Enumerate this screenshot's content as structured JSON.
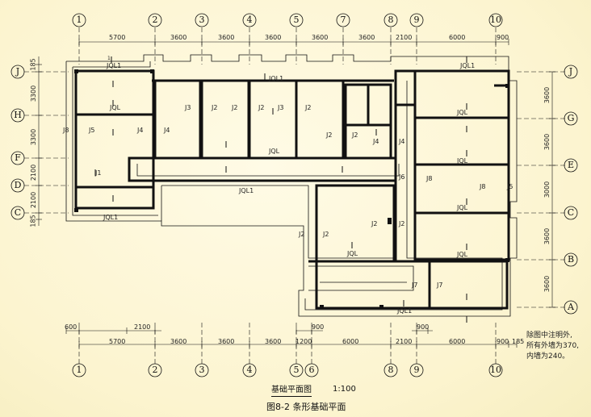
{
  "axes": {
    "columns": [
      "1",
      "2",
      "3",
      "4",
      "5",
      "7",
      "8",
      "9",
      "10"
    ],
    "bottom_columns": [
      "1",
      "2",
      "3",
      "4",
      "5",
      "6",
      "8",
      "9",
      "10"
    ],
    "rows_left": [
      "J",
      "H",
      "F",
      "D",
      "C"
    ],
    "rows_right": [
      "J",
      "G",
      "E",
      "C",
      "B",
      "A"
    ]
  },
  "dims": {
    "top": [
      "5700",
      "3600",
      "3600",
      "3600",
      "3600",
      "3600",
      "2100",
      "6000",
      "900"
    ],
    "bottom_main": [
      "5700",
      "3600",
      "3600",
      "3600",
      "1200",
      "6000",
      "2100",
      "6000",
      "900",
      "185"
    ],
    "bottom_secondary": [
      "600",
      "2100",
      "900",
      "900"
    ],
    "left": [
      "185",
      "3300",
      "3300",
      "2100",
      "2100",
      "185"
    ],
    "right": [
      "3600",
      "3600",
      "3000",
      "3600",
      "3600"
    ]
  },
  "labels": {
    "jql": "JQL",
    "jql1": "JQL1",
    "j1": "J1",
    "j2": "J2",
    "j3": "J3",
    "j4": "J4",
    "j5": "J5",
    "j6": "J6",
    "j7": "J7",
    "j8": "J8",
    "section": "1"
  },
  "note": {
    "line1": "除图中注明外,",
    "line2": "所有外墙为370,",
    "line3": "内墙为240。"
  },
  "title": "基础平面图",
  "scale": "1:100",
  "caption": "图8-2 条形基础平面"
}
